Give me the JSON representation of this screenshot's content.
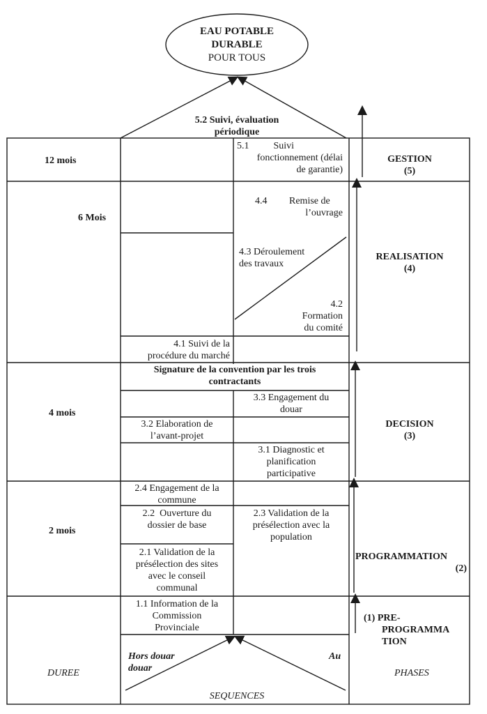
{
  "goal": {
    "line1": "EAU POTABLE",
    "line2": "DURABLE",
    "line3": "POUR TOUS"
  },
  "durations": {
    "gestion": "12 mois",
    "realisation": "6 Mois",
    "decision": "4 mois",
    "programmation": "2 mois"
  },
  "phases": {
    "gestion": {
      "name": "GESTION",
      "num": "(5)"
    },
    "realisation": {
      "name": "REALISATION",
      "num": "(4)"
    },
    "decision": {
      "name": "DECISION",
      "num": "(3)"
    },
    "programmation": {
      "name": "PROGRAMMATION",
      "num": "(2)"
    },
    "preprogrammation": {
      "line1": "(1) PRE-",
      "line2": "PROGRAMMA",
      "line3": "TION"
    }
  },
  "steps": {
    "s5_2": {
      "line1": "5.2 Suivi, évaluation",
      "line2": "périodique"
    },
    "s5_1": {
      "line1": "5.1          Suivi",
      "line2": "fonctionnement (délai",
      "line3": "de garantie)"
    },
    "s4_4": {
      "line1": "4.4         Remise de",
      "line2": "l’ouvrage"
    },
    "s4_3": {
      "line1": "4.3 Déroulement",
      "line2": "des travaux"
    },
    "s4_2": {
      "line1": "4.2",
      "line2": "Formation",
      "line3": "du comité"
    },
    "s4_1": {
      "line1": "4.1 Suivi de la",
      "line2": "procédure du marché"
    },
    "signature": {
      "line1": "Signature de la convention par les trois",
      "line2": "contractants"
    },
    "s3_3": {
      "line1": "3.3 Engagement du",
      "line2": "douar"
    },
    "s3_2": {
      "line1": "3.2 Elaboration de",
      "line2": "l’avant-projet"
    },
    "s3_1": {
      "line1": "3.1 Diagnostic et",
      "line2": "planification",
      "line3": "participative"
    },
    "s2_4": {
      "line1": "2.4 Engagement de la",
      "line2": "commune"
    },
    "s2_2": {
      "line1": "2.2  Ouverture du",
      "line2": "dossier de base"
    },
    "s2_3": {
      "line1": "2.3 Validation de la",
      "line2": "présélection avec la",
      "line3": "population"
    },
    "s2_1": {
      "line1": "2.1 Validation de la",
      "line2": "présélection des sites",
      "line3": "avec le conseil",
      "line4": "communal"
    },
    "s1_1": {
      "line1": "1.1 Information de la",
      "line2": "Commission",
      "line3": "Provinciale"
    }
  },
  "bottom": {
    "hors_douar_1": "Hors douar",
    "hors_douar_2": "douar",
    "au": "Au",
    "duree": "DUREE",
    "phases": "PHASES",
    "sequences": "SEQUENCES"
  }
}
